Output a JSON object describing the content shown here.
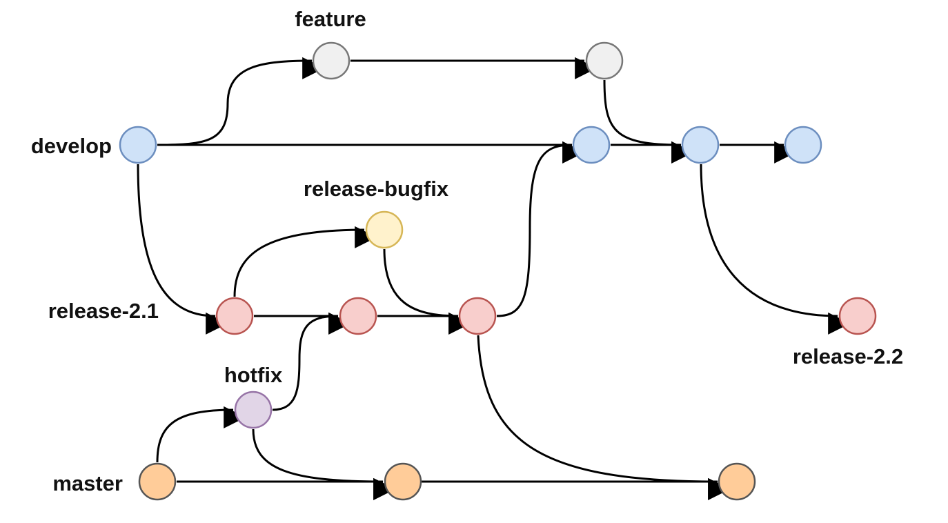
{
  "labels": {
    "feature": "feature",
    "develop": "develop",
    "release_bugfix": "release-bugfix",
    "release_21": "release-2.1",
    "release_22": "release-2.2",
    "hotfix": "hotfix",
    "master": "master"
  },
  "colors": {
    "develop_fill": "#cfe2f8",
    "develop_stroke": "#6c8ebf",
    "feature_fill": "#f0f0f0",
    "feature_stroke": "#777777",
    "release_fill": "#f8cecc",
    "release_stroke": "#b85450",
    "bugfix_fill": "#fff2cc",
    "bugfix_stroke": "#d6b656",
    "hotfix_fill": "#e1d5e7",
    "hotfix_stroke": "#9673a6",
    "master_fill": "#ffcc99",
    "master_stroke": "#555555",
    "edge": "#000000"
  }
}
